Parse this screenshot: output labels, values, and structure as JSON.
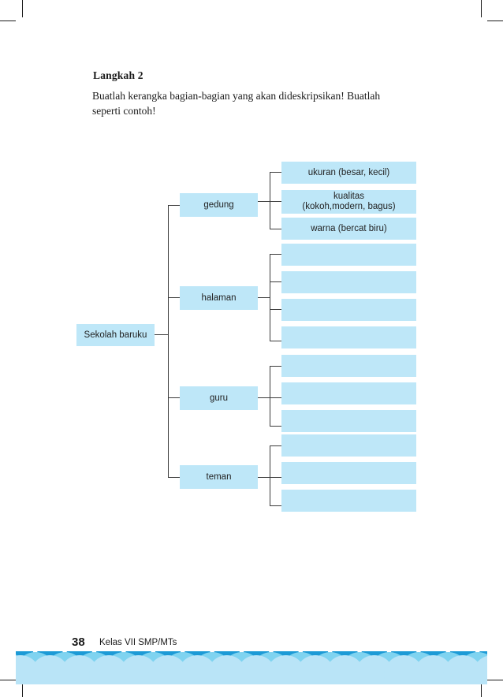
{
  "page": {
    "number": "38",
    "footer_label": "Kelas VII SMP/MTs",
    "background": "#ffffff"
  },
  "heading": {
    "step_title": "Langkah 2",
    "instruction": "Buatlah kerangka bagian-bagian yang akan dideskripsikan! Buatlah",
    "instruction_line2": "seperti contoh!"
  },
  "colors": {
    "node_fill": "#bee7f8",
    "bracket_line": "#3b3b3b",
    "text": "#222222",
    "wave_dark": "#1c9ad6",
    "wave_mid": "#7fd3f0",
    "wave_light": "#b9e4f7"
  },
  "diagram": {
    "root": {
      "label": "Sekolah baruku"
    },
    "branches": [
      {
        "label": "gedung",
        "children": [
          {
            "line1": "ukuran (besar, kecil)",
            "line2": ""
          },
          {
            "line1": "kualitas",
            "line2": "(kokoh,modern, bagus)"
          },
          {
            "line1": "warna (bercat biru)",
            "line2": ""
          }
        ]
      },
      {
        "label": "halaman",
        "children": [
          {
            "line1": "",
            "line2": ""
          },
          {
            "line1": "",
            "line2": ""
          },
          {
            "line1": "",
            "line2": ""
          },
          {
            "line1": "",
            "line2": ""
          }
        ]
      },
      {
        "label": "guru",
        "children": [
          {
            "line1": "",
            "line2": ""
          },
          {
            "line1": "",
            "line2": ""
          },
          {
            "line1": "",
            "line2": ""
          }
        ]
      },
      {
        "label": "teman",
        "children": [
          {
            "line1": "",
            "line2": ""
          },
          {
            "line1": "",
            "line2": ""
          },
          {
            "line1": "",
            "line2": ""
          }
        ]
      }
    ]
  }
}
